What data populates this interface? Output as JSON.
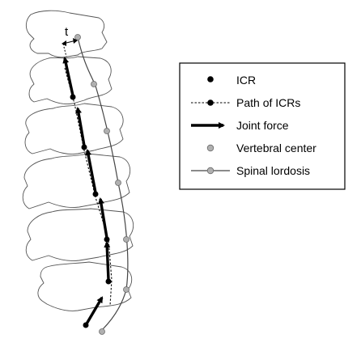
{
  "dimension_label": "t",
  "legend": {
    "items": [
      {
        "label": "ICR",
        "icon": "filled-black-dot"
      },
      {
        "label": "Path of ICRs",
        "icon": "dashed-line-with-black-dot"
      },
      {
        "label": "Joint force",
        "icon": "thick-black-arrow"
      },
      {
        "label": "Vertebral center",
        "icon": "grey-dot"
      },
      {
        "label": "Spinal lordosis",
        "icon": "line-with-grey-dot"
      }
    ]
  },
  "colors": {
    "icr": "#000000",
    "vertebral_center": "#b0b0b0",
    "outline": "#555555"
  }
}
